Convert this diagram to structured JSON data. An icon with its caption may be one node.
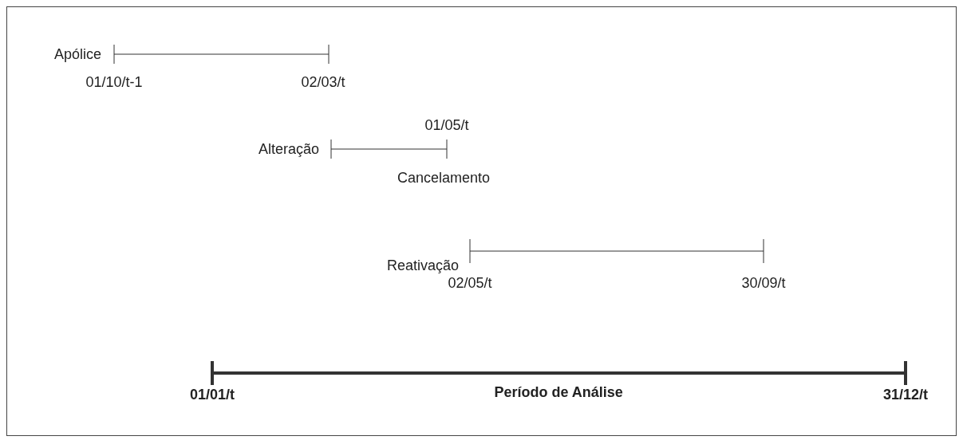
{
  "diagram": {
    "labels": [
      "Apólice",
      "01/10/t-1",
      "02/03/t",
      "01/05/t",
      "Alteração",
      "Cancelamento",
      "Reativação",
      "02/05/t",
      "30/09/t",
      "01/01/t",
      "Período de Análise",
      "31/12/t"
    ]
  }
}
